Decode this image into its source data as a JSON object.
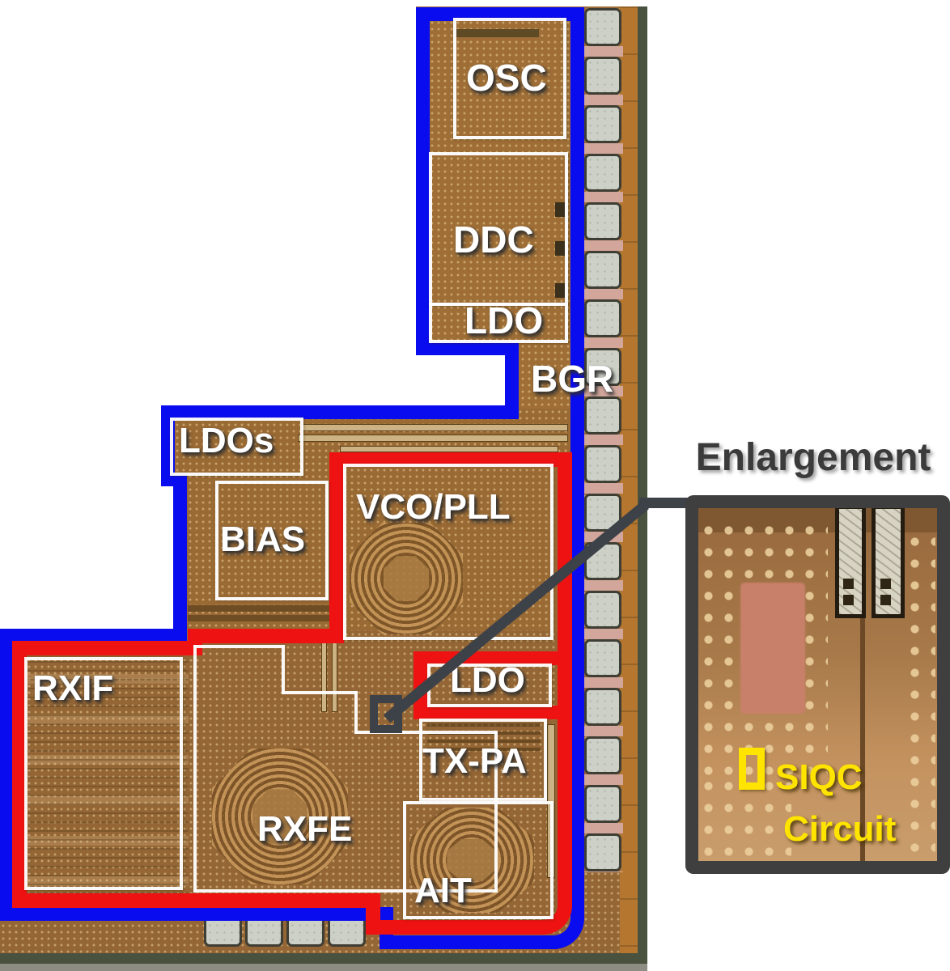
{
  "blocks": {
    "osc": "OSC",
    "ddc": "DDC",
    "ldo_top": "LDO",
    "bgr": "BGR",
    "ldos": "LDOs",
    "bias": "BIAS",
    "vco_pll": "VCO/PLL",
    "rxif": "RXIF",
    "ldo_mid": "LDO",
    "tx_pa": "TX-PA",
    "rxfe": "RXFE",
    "ait": "AIT"
  },
  "enlargement": {
    "title": "Enlargement",
    "callout_line1": "SIQC",
    "callout_line2": "Circuit"
  },
  "colors": {
    "domain_blue": "#0a0cf0",
    "domain_red": "#ee1212",
    "label_white": "#ffffff",
    "callout_gray": "#3d4148",
    "siqc_yellow": "#ffe400",
    "enlargement_text": "#3b3b3b",
    "pad_fill": "#ccd0c6",
    "pad_connector_pink": "#d2a69b",
    "die_base_brown": "#9c6c38",
    "die_edge_orange": "#b5772f",
    "die_seal_dark": "#49513f"
  },
  "pads": {
    "right_column_count": 18,
    "bottom_row_count": 4
  }
}
